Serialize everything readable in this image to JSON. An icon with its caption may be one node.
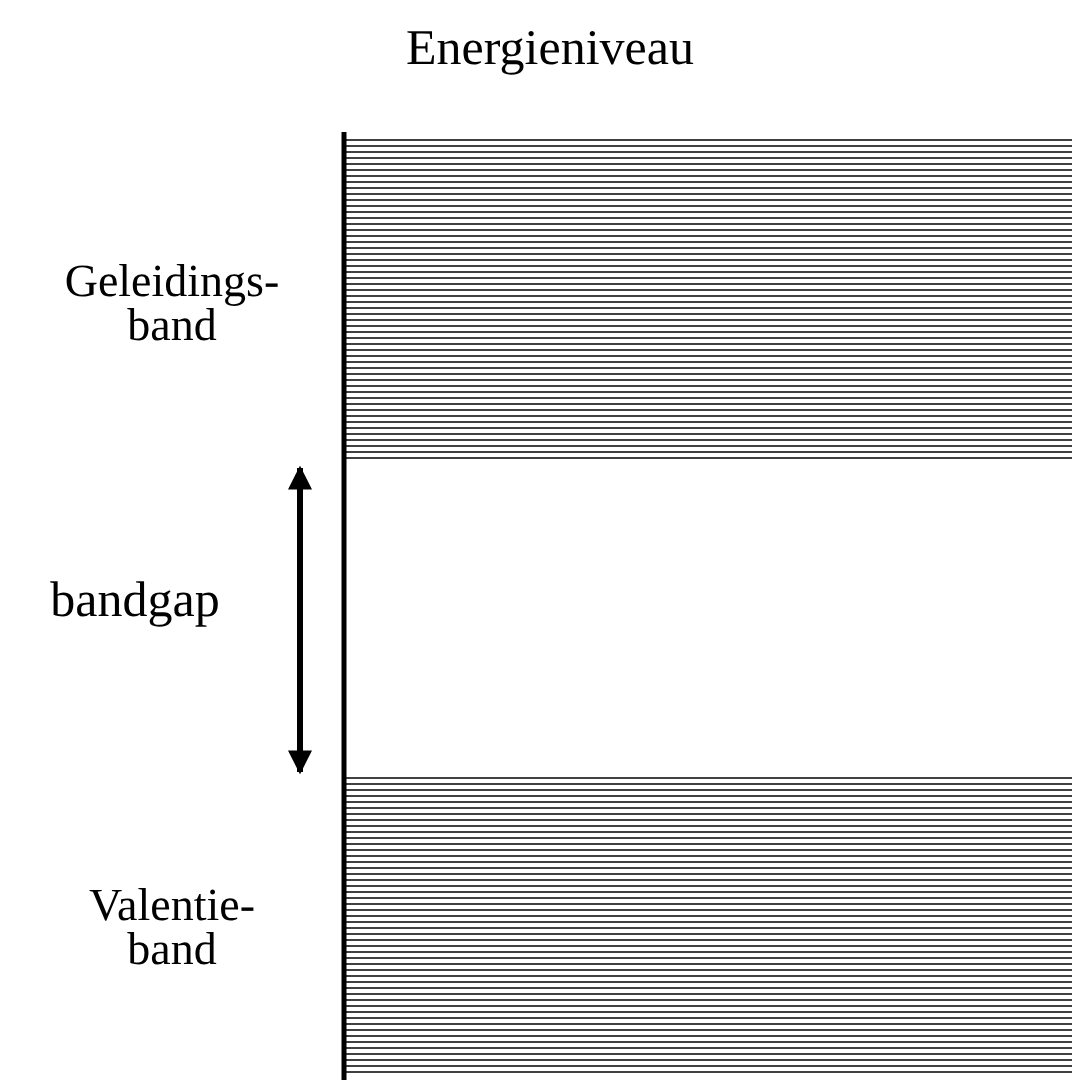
{
  "diagram": {
    "labels": [
      "Energieniveau",
      "Geleidings- band",
      "bandgap",
      "Valentie- band"
    ]
  }
}
